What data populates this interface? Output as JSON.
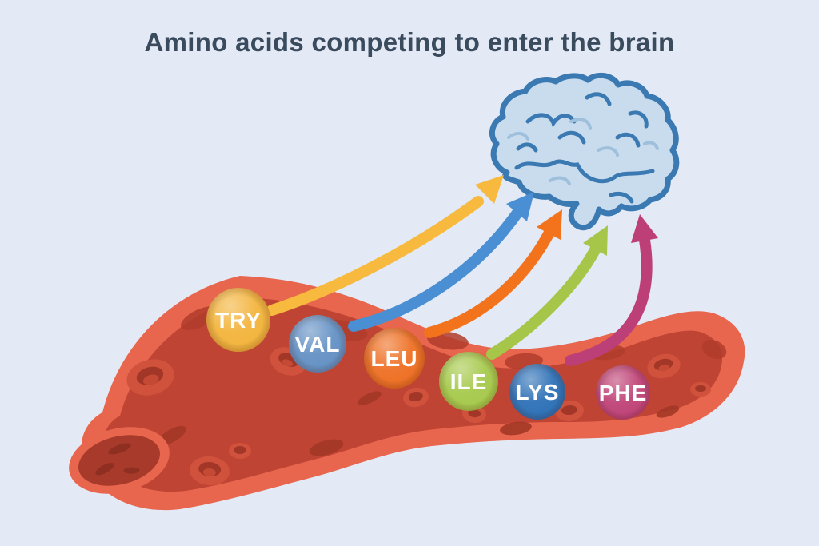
{
  "background_color": "#e3eaf6",
  "title": {
    "text": "Amino acids competing to enter the brain",
    "color": "#3a4b5d"
  },
  "brain": {
    "name": "brain-illustration",
    "fill": "#c9dcee",
    "outline": "#3a79b1",
    "detail_light": "#9fc0dd"
  },
  "vessel": {
    "name": "blood-vessel-illustration",
    "wall_color": "#e7664d",
    "lumen_color": "#c04434",
    "opening_color": "#a83a2b",
    "cell_color": "#d0523c",
    "cell_shadow_color": "#a33727"
  },
  "amino_acids": [
    {
      "label": "TRY",
      "color": "#f3b43d",
      "arrow_color": "#f7ba3e",
      "has_arrow": true
    },
    {
      "label": "VAL",
      "color": "#6591c4",
      "arrow_color": "#4a8fd4",
      "has_arrow": true
    },
    {
      "label": "LEU",
      "color": "#ee7024",
      "arrow_color": "#f3731d",
      "has_arrow": true
    },
    {
      "label": "ILE",
      "color": "#a6c94c",
      "arrow_color": "#a5c648",
      "has_arrow": true
    },
    {
      "label": "LYS",
      "color": "#2e71b7",
      "arrow_color": null,
      "has_arrow": false
    },
    {
      "label": "PHE",
      "color": "#bf4377",
      "arrow_color": "#bd3f78",
      "has_arrow": true
    }
  ]
}
